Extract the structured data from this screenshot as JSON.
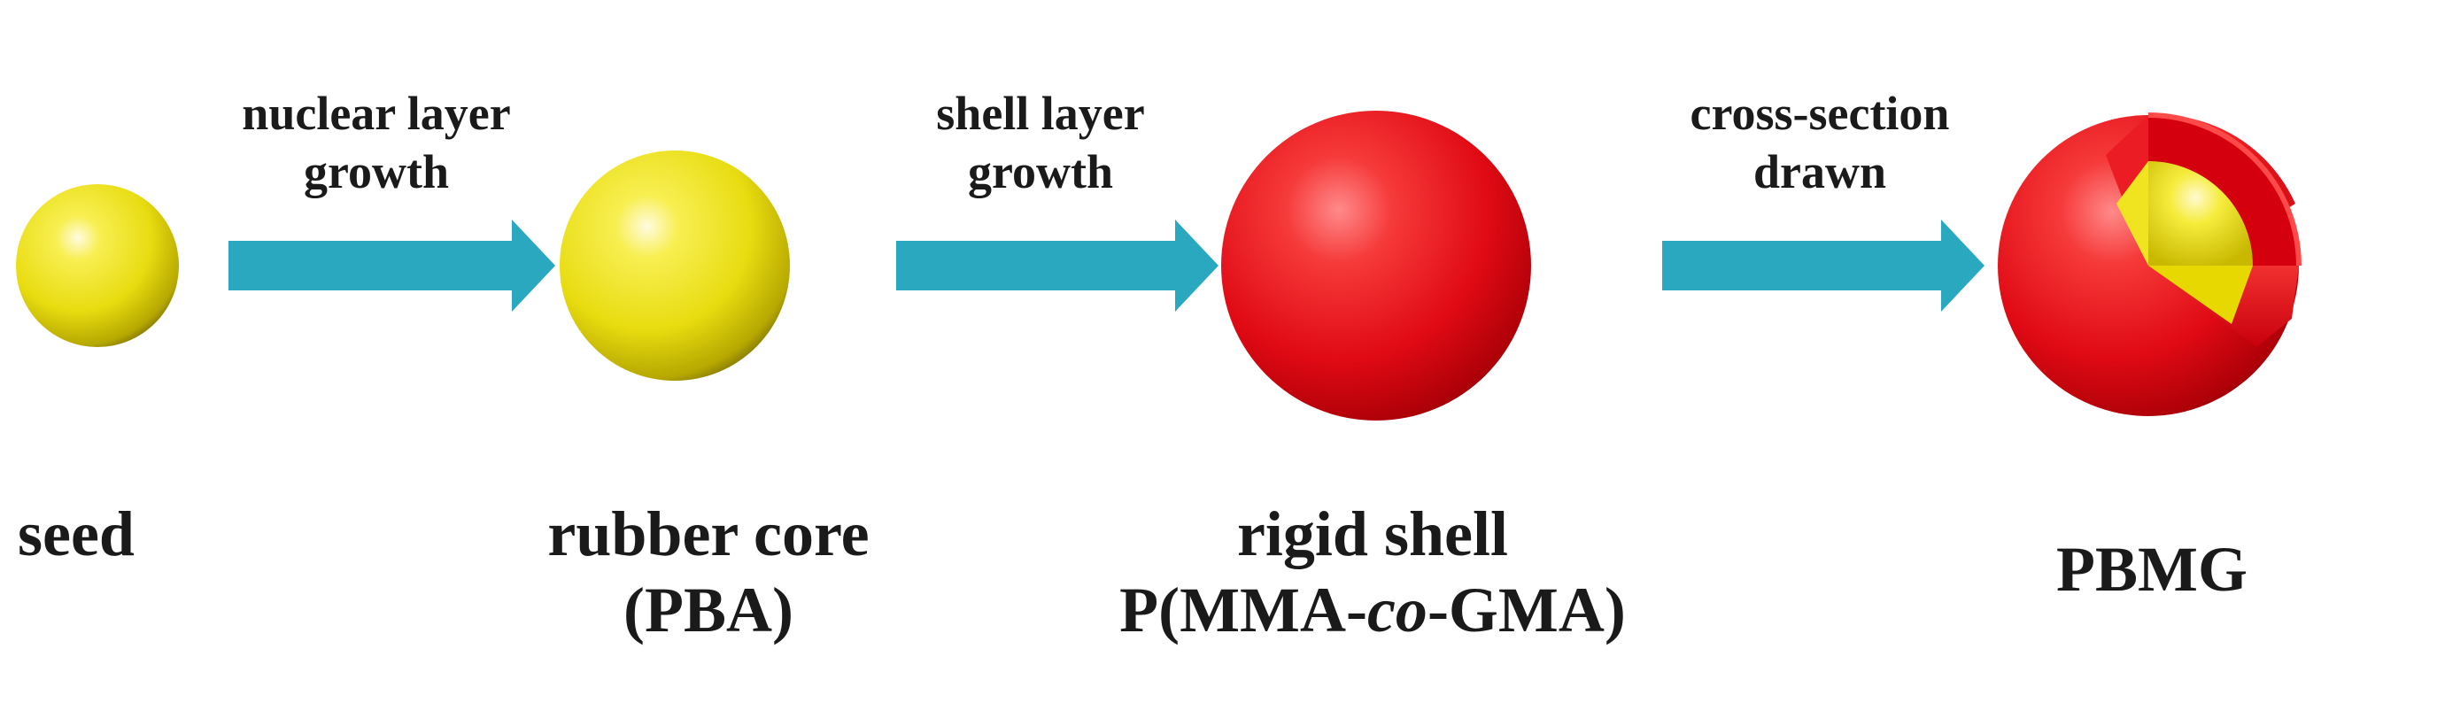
{
  "diagram": {
    "colors": {
      "arrow": "#2aa8c0",
      "core_yellow": "#f2e600",
      "shell_red": "#e60012",
      "text": "#1a1a1a"
    },
    "arrows": [
      {
        "line1": "nuclear layer",
        "line2": "growth"
      },
      {
        "line1": "shell layer",
        "line2": "growth"
      },
      {
        "line1": "cross-section",
        "line2": "drawn"
      }
    ],
    "nodes": [
      {
        "label": "seed",
        "icon": "small-yellow-sphere"
      },
      {
        "label": "rubber core",
        "sublabel": "(PBA)",
        "icon": "yellow-sphere"
      },
      {
        "label": "rigid shell",
        "sublabel_pre": "P(MMA-",
        "sublabel_italic": "co",
        "sublabel_post": "-GMA)",
        "icon": "red-sphere"
      },
      {
        "label": "PBMG",
        "icon": "core-shell-cutaway-sphere"
      }
    ]
  }
}
